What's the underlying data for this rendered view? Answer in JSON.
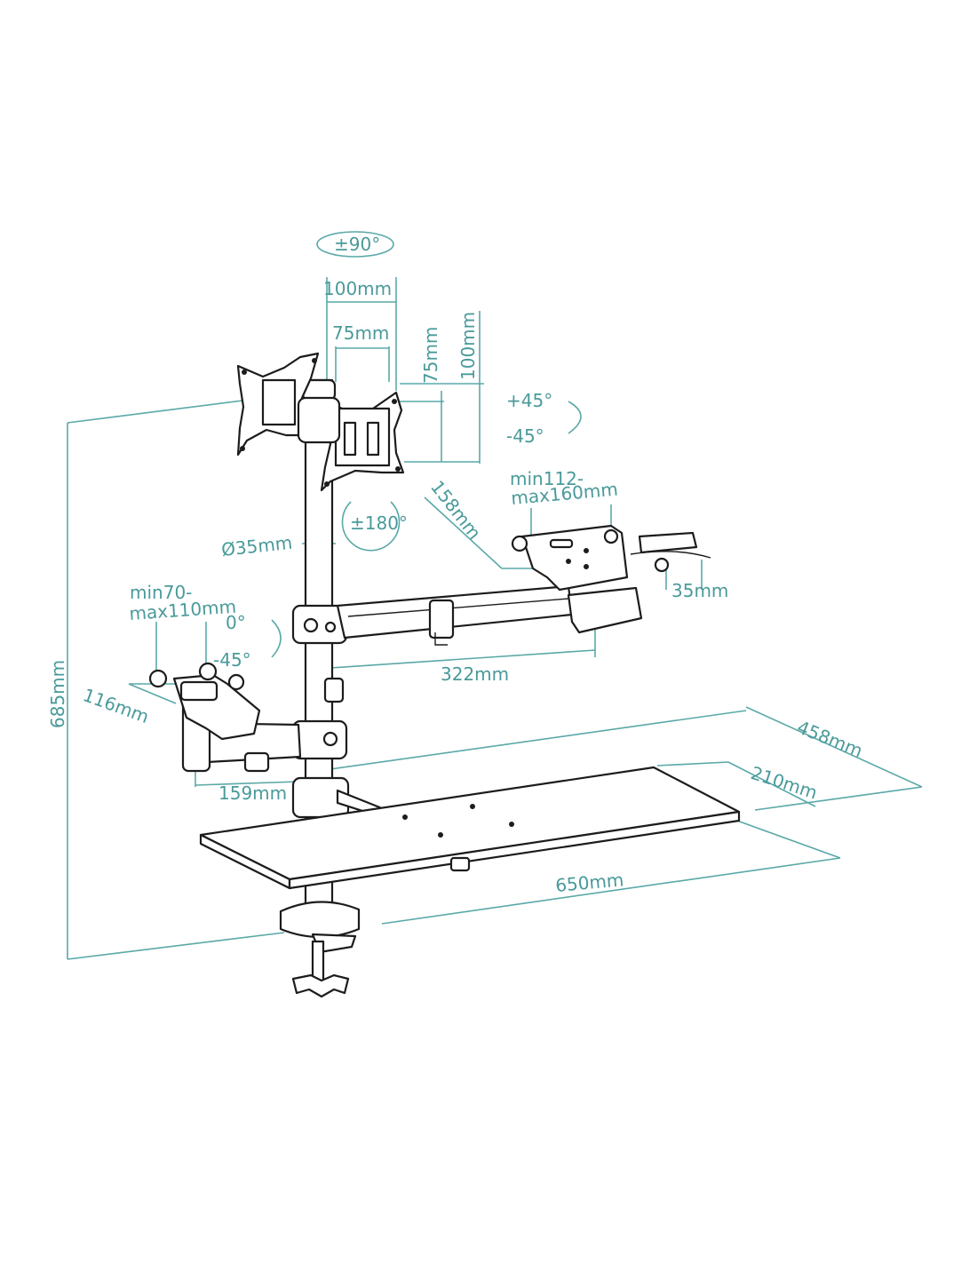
{
  "colors": {
    "dimension": "#4a9a9a",
    "outline": "#1c1c1c",
    "background": "#ffffff"
  },
  "labels": {
    "rot_pm90": "±90°",
    "vesa_100_h": "100mm",
    "vesa_75_h": "75mm",
    "vesa_75_v": "75mm",
    "vesa_100_v": "100mm",
    "tilt_plus45": "+45°",
    "tilt_minus45": "-45°",
    "rot_pm180": "±180°",
    "pole_diameter": "Ø35mm",
    "laptop_depth": "158mm",
    "laptop_width_range_1": "min112-",
    "laptop_width_range_2": "max160mm",
    "laptop_clamp": "35mm",
    "scanner_range_1": "min70-",
    "scanner_range_2": "max110mm",
    "scanner_tilt_0": "0°",
    "scanner_tilt_minus45": "-45°",
    "arm_length": "322mm",
    "scanner_depth": "116mm",
    "total_height": "685mm",
    "tray_depth_outer": "458mm",
    "tray_depth_inner": "210mm",
    "scanner_arm": "159mm",
    "tray_width": "650mm"
  }
}
